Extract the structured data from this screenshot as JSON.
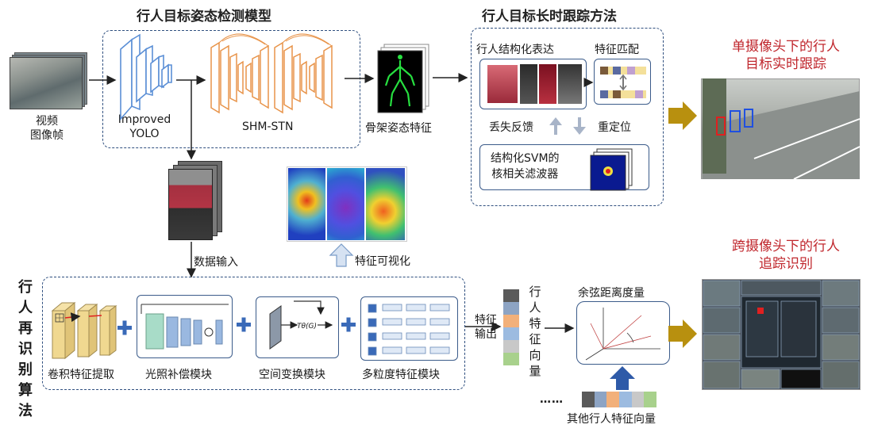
{
  "titles": {
    "detection_model": "行人目标姿态检测模型",
    "tracking_method": "行人目标长时跟踪方法",
    "single_camera": [
      "单摄像头下的行人",
      "目标实时跟踪"
    ],
    "cross_camera": [
      "跨摄像头下的行人",
      "追踪识别"
    ],
    "reid_algorithm": [
      "行",
      "人",
      "再",
      "识",
      "别",
      "算",
      "法"
    ]
  },
  "detection": {
    "video_frames": [
      "视频",
      "图像帧"
    ],
    "improved_yolo": [
      "Improved",
      "YOLO"
    ],
    "shm_stn": "SHM-STN",
    "skeleton_feature": "骨架姿态特征"
  },
  "tracking": {
    "structured_repr": "行人结构化表达",
    "feature_matching": "特征匹配",
    "loss_feedback": "丢失反馈",
    "relocate": "重定位",
    "svm_filter": [
      "结构化SVM的",
      "核相关滤波器"
    ]
  },
  "middle": {
    "data_input": "数据输入",
    "feature_visualization": "特征可视化"
  },
  "reid": {
    "conv_feature": "卷积特征提取",
    "illumination": "光照补偿模块",
    "spatial_transform": "空间变换模块",
    "multi_granularity": "多粒度特征模块",
    "transform_formula": "Tθ(G)",
    "feature_output": [
      "特征",
      "输出"
    ],
    "feature_vector": [
      "行",
      "人",
      "特",
      "征",
      "向",
      "量"
    ],
    "cosine_distance": "余弦距离度量",
    "ellipsis": "……",
    "other_vectors": "其他行人特征向量"
  },
  "colors": {
    "dashed_border": "#2f4f7f",
    "arrow_blue": "#2e5aa8",
    "accent_red": "#c0272d",
    "gold_arrow": "#b8900f",
    "yolo_blue": "#5b8fd6",
    "stn_orange": "#e8944a",
    "vector_colors": [
      "#5a5a5a",
      "#8da4c4",
      "#f2b07a",
      "#9cbbe0",
      "#c8c8c8",
      "#a8d18c"
    ]
  }
}
